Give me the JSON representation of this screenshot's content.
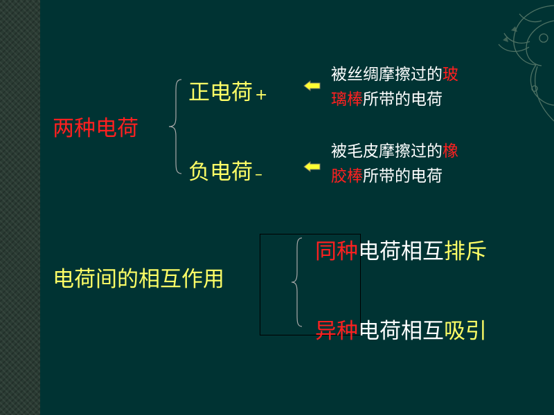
{
  "section1": {
    "title": "两种电荷",
    "positive": {
      "label": "正电荷",
      "sign": "+",
      "desc_line1_white": "被丝绸摩擦过的",
      "desc_line1_red": "玻",
      "desc_line2_red": "璃棒",
      "desc_line2_white": "所带的电荷"
    },
    "negative": {
      "label": "负电荷",
      "sign": "–",
      "desc_line1_white": "被毛皮摩擦过的",
      "desc_line1_red": "橡",
      "desc_line2_red": "胶棒",
      "desc_line2_white": "所带的电荷"
    }
  },
  "section2": {
    "title": "电荷间的相互作用",
    "rule1": {
      "red": "同种",
      "white": "电荷相互",
      "yellow": "排斥"
    },
    "rule2": {
      "red": "异种",
      "white": "电荷相互",
      "yellow": "吸引"
    }
  },
  "colors": {
    "background": "#003333",
    "yellow": "#ffff66",
    "red": "#ff2020",
    "white": "#ffffff"
  }
}
